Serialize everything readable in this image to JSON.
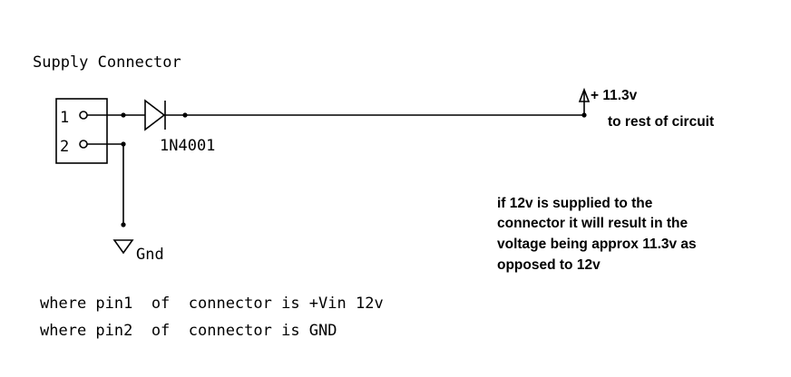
{
  "title": "Supply Connector",
  "connector": {
    "pin1_label": "1",
    "pin2_label": "2"
  },
  "diode_label": "1N4001",
  "output": {
    "voltage_label": "+ 11.3v",
    "destination_label": "to rest of circuit"
  },
  "ground_label": "Gnd",
  "note_lines": [
    "if 12v is supplied  to the",
    "connector it will result in the",
    "voltage being approx 11.3v as",
    "opposed to 12v"
  ],
  "pin_notes": [
    "where pin1  of  connector is +Vin 12v",
    "where pin2  of  connector is GND"
  ],
  "colors": {
    "ink": "#000000",
    "background": "#ffffff"
  }
}
